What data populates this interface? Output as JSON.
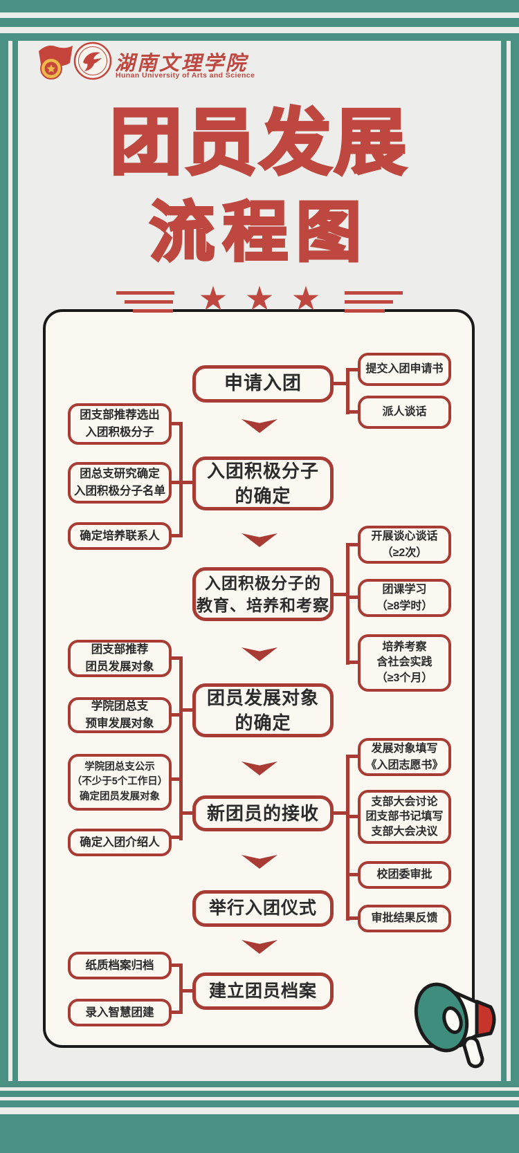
{
  "poster": {
    "header": {
      "emblem_icon": "communist-youth-league-emblem",
      "seal_icon": "university-seal",
      "university_name": "湖南文理学院",
      "university_name_en": "Hunan University of Arts and Science"
    },
    "title": {
      "line1": "团员发展",
      "line2": "流程图"
    },
    "divider": {
      "star": "★"
    },
    "colors": {
      "page_bg": "#EDEDEB",
      "teal": "#4A9183",
      "title_red": "#BE4840",
      "border_red": "#A83B33",
      "box_bg": "#FBF8F1",
      "text_dark": "#2B2B2B",
      "megaphone_teal": "#3F8E7D",
      "megaphone_red": "#C6342C"
    },
    "flowchart": {
      "main_nodes": [
        {
          "label": "申请入团"
        },
        {
          "label": "入团积极分子\n的确定"
        },
        {
          "label": "入团积极分子的\n教育、培养和考察"
        },
        {
          "label": "团员发展对象\n的确定"
        },
        {
          "label": "新团员的接收"
        },
        {
          "label": "举行入团仪式"
        },
        {
          "label": "建立团员档案"
        }
      ],
      "left_boxes": [
        {
          "label": "团支部推荐选出\n入团积极分子"
        },
        {
          "label": "团总支研究确定\n入团积极分子名单"
        },
        {
          "label": "确定培养联系人"
        },
        {
          "label": "团支部推荐\n团员发展对象"
        },
        {
          "label": "学院团总支\n预审发展对象"
        },
        {
          "label": "学院团总支公示\n（不少于5个工作日）\n确定团员发展对象"
        },
        {
          "label": "确定入团介绍人"
        },
        {
          "label": "纸质档案归档"
        },
        {
          "label": "录入智慧团建"
        }
      ],
      "right_boxes": [
        {
          "label": "提交入团申请书"
        },
        {
          "label": "派人谈话"
        },
        {
          "label": "开展谈心谈话\n（≥2次）"
        },
        {
          "label": "团课学习\n（≥8学时）"
        },
        {
          "label": "培养考察\n含社会实践\n（≥3个月）"
        },
        {
          "label": "发展对象填写\n《入团志愿书》"
        },
        {
          "label": "支部大会讨论\n团支部书记填写\n支部大会决议"
        },
        {
          "label": "校团委审批"
        },
        {
          "label": "审批结果反馈"
        }
      ]
    },
    "footer": {
      "megaphone_icon": "megaphone"
    }
  }
}
